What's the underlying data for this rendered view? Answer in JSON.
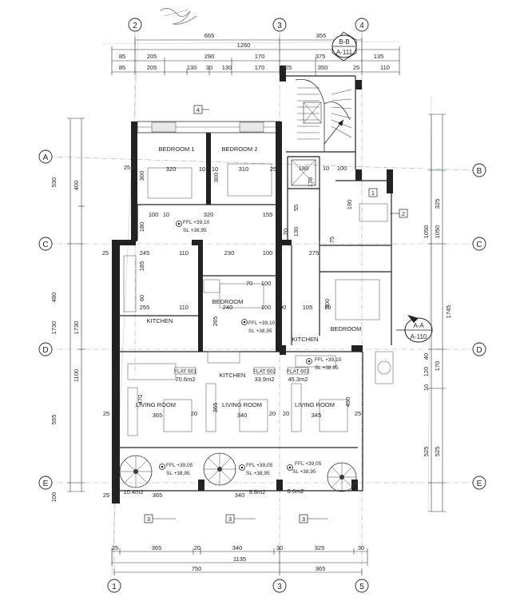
{
  "grid_top": [
    "2",
    "3",
    "4"
  ],
  "grid_bottom": [
    "1",
    "3",
    "5"
  ],
  "grid_left": [
    "A",
    "C",
    "D",
    "E"
  ],
  "grid_right": [
    "B",
    "C",
    "D",
    "E"
  ],
  "dim_top_row1": [
    "665",
    "355"
  ],
  "dim_top_total": "1260",
  "dim_top_row2": [
    "85",
    "205",
    "290",
    "170",
    "375",
    "135"
  ],
  "dim_top_row3": [
    "85",
    "205",
    "130",
    "30",
    "130",
    "170",
    "25",
    "350",
    "25",
    "110"
  ],
  "dim_bottom_row1": [
    "25",
    "365",
    "20",
    "340",
    "30",
    "325",
    "30"
  ],
  "dim_bottom_total": "1135",
  "dim_bottom_row2": [
    "750",
    "365"
  ],
  "dim_left_outer": [
    "530",
    "1730"
  ],
  "dim_left_inner": [
    "400",
    "480",
    "1100",
    "595",
    "100"
  ],
  "dim_right_outer": [
    "1050",
    "1745"
  ],
  "dim_right_inner": [
    "325",
    "1050",
    "170",
    "120",
    "40",
    "10",
    "525",
    "525"
  ],
  "section_bb": {
    "name": "B-B",
    "ref": "A-111"
  },
  "section_aa": {
    "name": "A-A",
    "ref": "A-110"
  },
  "rooms": {
    "bedroom1": "BEDROOM 1",
    "bedroom2": "BEDROOM 2",
    "bedroom_mid": "BEDROOM",
    "bedroom_right": "BEDROOM",
    "kitchen_left": "KITCHEN",
    "kitchen_mid": "KITCHEN",
    "kitchen_right": "KITCHEN",
    "living1": "LIVING ROOM",
    "living2": "LIVING ROOM",
    "living3": "LIVING ROOM"
  },
  "flats": {
    "f601": {
      "name": "FLAT 601",
      "area": "70.6m2"
    },
    "f602": {
      "name": "FLAT 602",
      "area": "33.9m2"
    },
    "f603": {
      "name": "FLAT 603",
      "area": "45.3m2"
    }
  },
  "balcony_areas": [
    "10.4m2",
    "9.8m2",
    "8.6m2"
  ],
  "levels": {
    "ffl1": "FFL +39,10",
    "sl1": "SL  +38,95",
    "ffl2": "FFL +39,10",
    "sl2": "SL  +38,95",
    "ffl3": "FFL +39,10",
    "sl3": "SL  +38,95",
    "ffl4": "FFL +39,05",
    "sl4": "SL  +38,95",
    "ffl5": "FFL +39,05",
    "sl5": "SL  +38,95",
    "ffl6": "FFL +39,05",
    "sl6": "SL  +38,95"
  },
  "room_dims": {
    "b1w": "320",
    "b2w": "310",
    "b1h": "300",
    "b2h": "300",
    "w10a": "10",
    "w10b": "10",
    "w25a": "25",
    "w25b": "25",
    "w25c": "25",
    "w320": "320",
    "w155": "155",
    "w100a": "100",
    "w10c": "10",
    "w245": "245",
    "w110": "110",
    "w230": "230",
    "w100b": "100",
    "w275": "275",
    "w255": "255",
    "w240": "240",
    "w100c": "100",
    "w200": "200",
    "w105": "105",
    "w1005": "10",
    "h265": "265",
    "h300b": "300",
    "h470": "470",
    "h365": "365",
    "h450": "450",
    "lw365": "365",
    "lw340": "340",
    "lw345": "345",
    "w20a": "20",
    "w20b": "20",
    "w20c": "20",
    "w25d": "25",
    "w25e": "25",
    "bw365": "365",
    "bw340": "340",
    "bw25": "25",
    "st180": "180",
    "st170": "170",
    "st10": "10",
    "st100": "100",
    "st190": "190",
    "st55": "55",
    "st130": "130",
    "st20": "20",
    "st75": "75",
    "k185": "185",
    "k180": "180",
    "k70": "70",
    "k100": "100",
    "k60": "60",
    "k110": "110"
  },
  "tags": [
    "4",
    "1",
    "2",
    "3",
    "3",
    "3"
  ]
}
